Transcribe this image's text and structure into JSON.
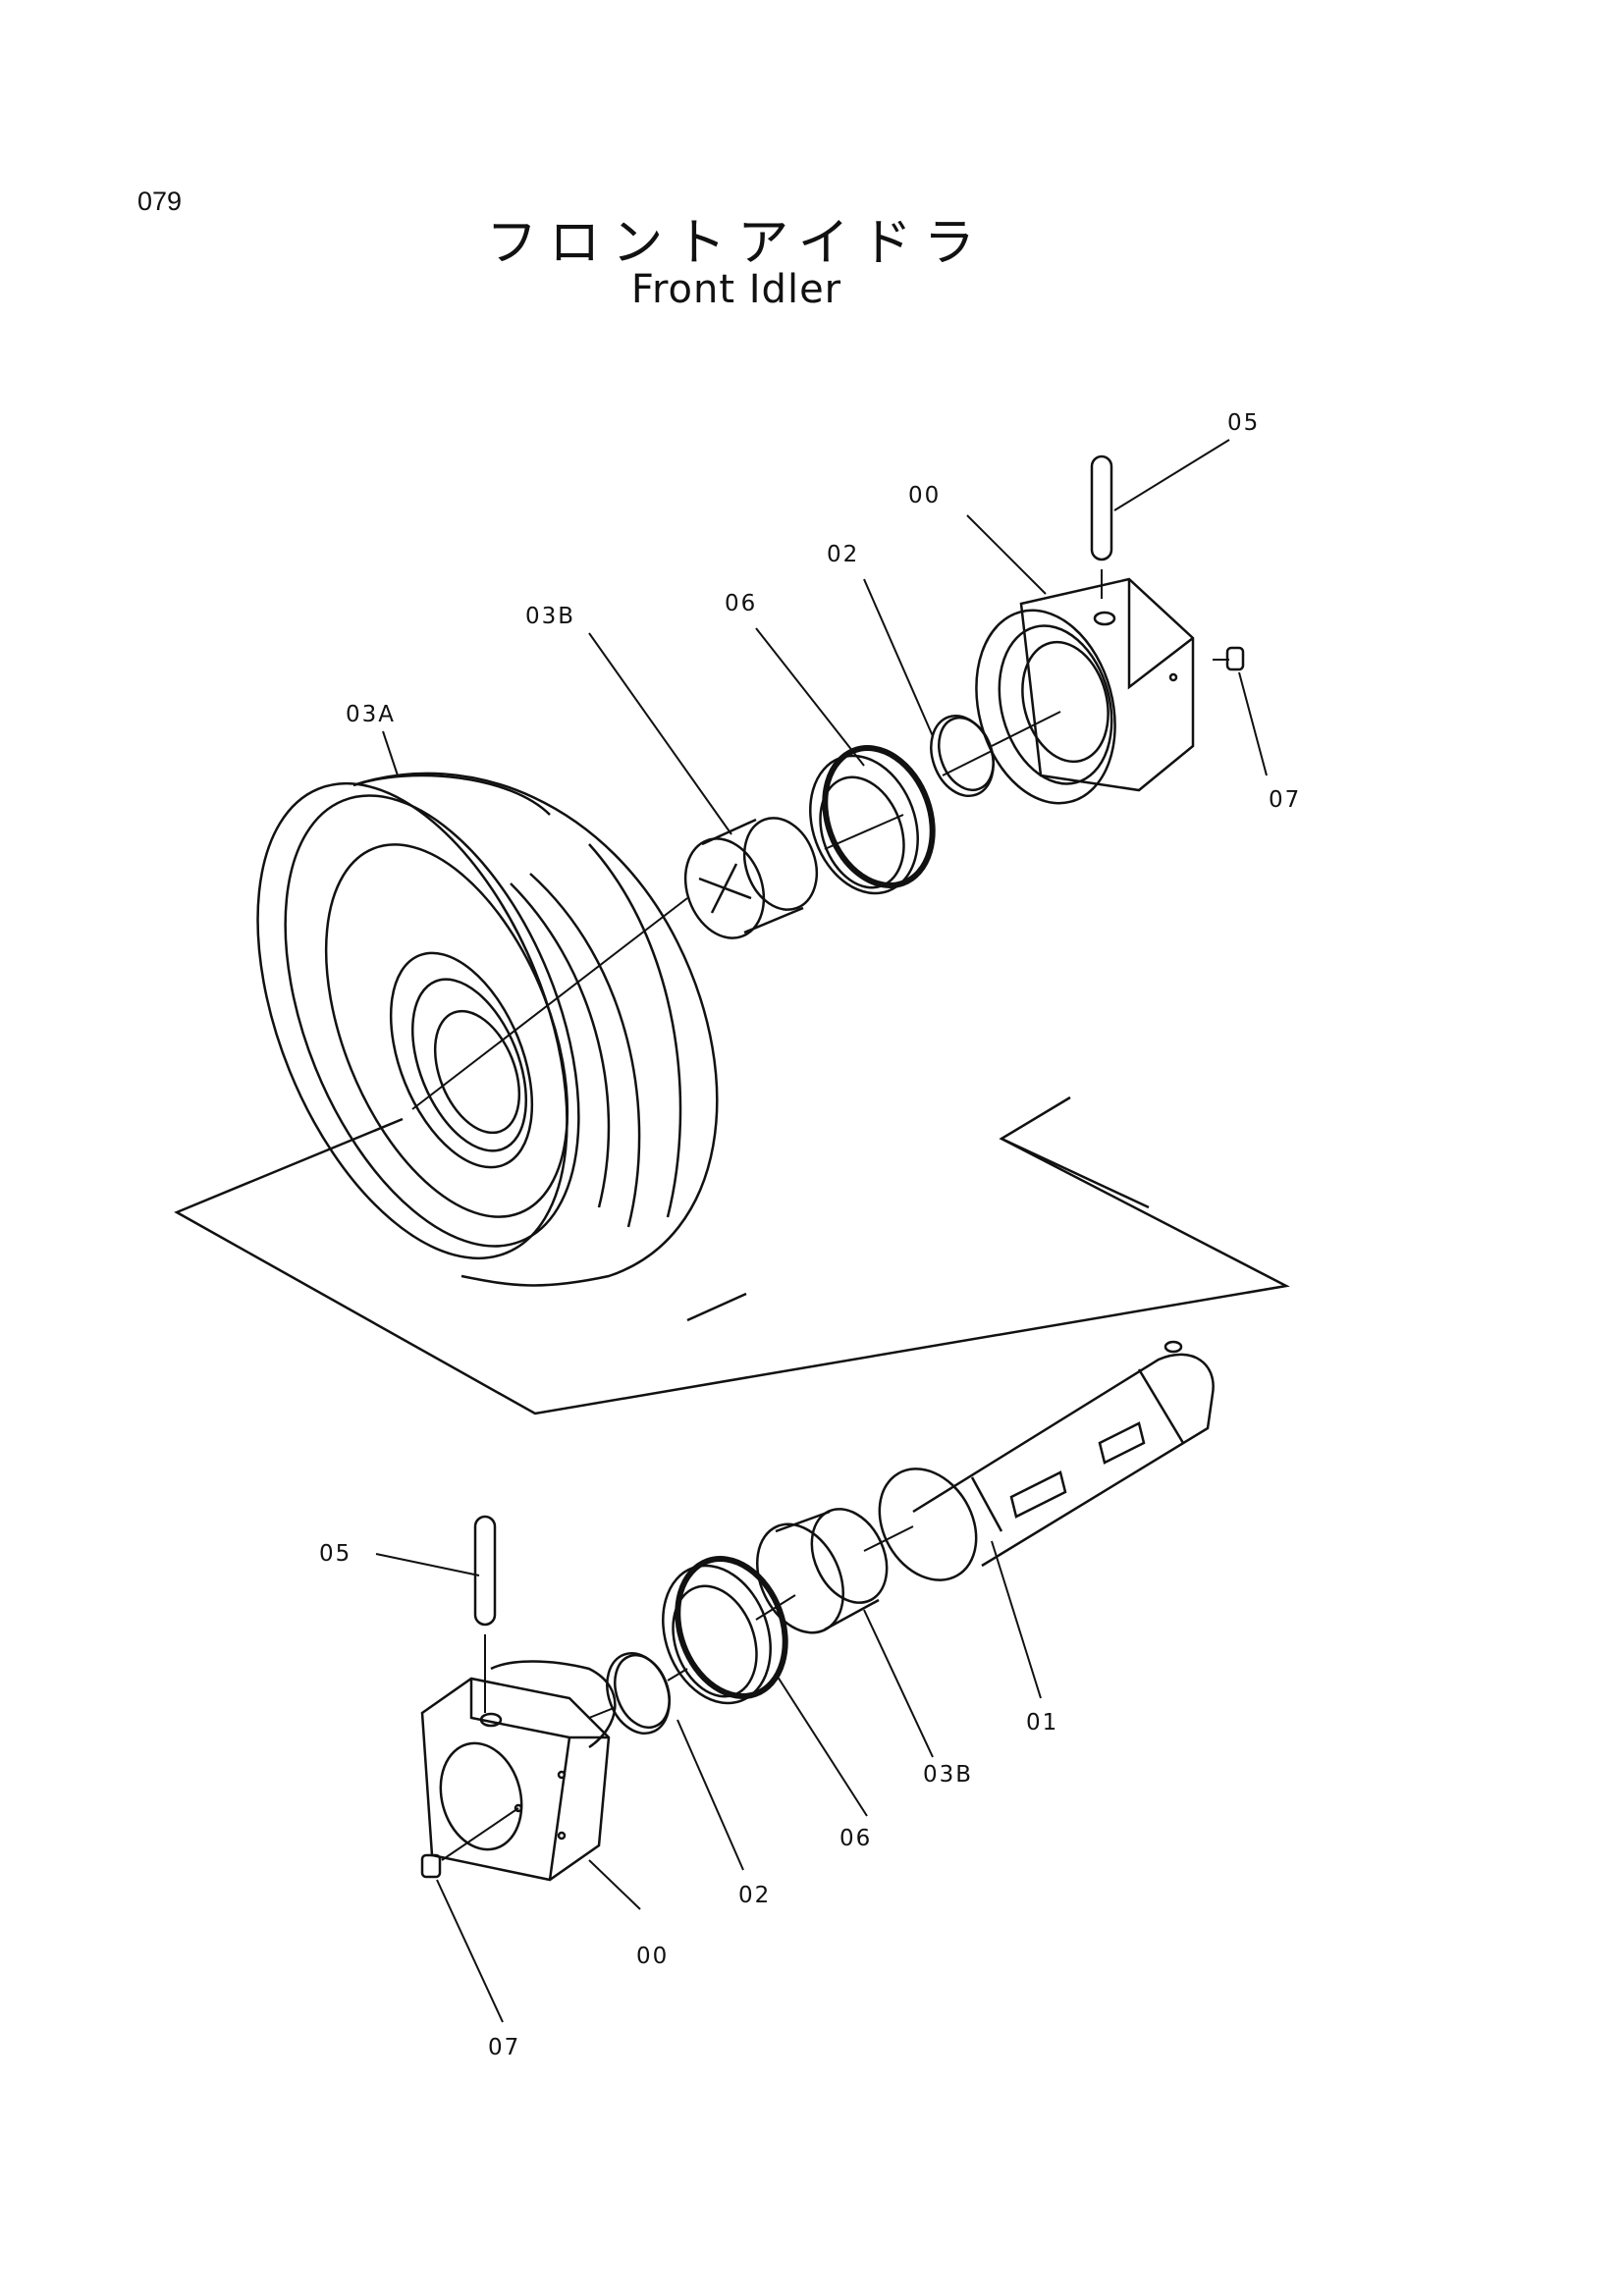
{
  "page_number": "079",
  "title_ja": "フロントアイドラ",
  "title_en": "Front Idler",
  "callouts": {
    "yoke_top": "00",
    "pin_top": "05",
    "oring_top": "02",
    "seal_top": "06",
    "bushing_top": "03B",
    "idler_wheel": "03A",
    "plug_top": "07",
    "pin_bottom": "05",
    "oring_bottom": "02",
    "seal_bottom": "06",
    "bushing_bottom": "03B",
    "shaft": "01",
    "yoke_bottom": "00",
    "plug_bottom": "07"
  }
}
